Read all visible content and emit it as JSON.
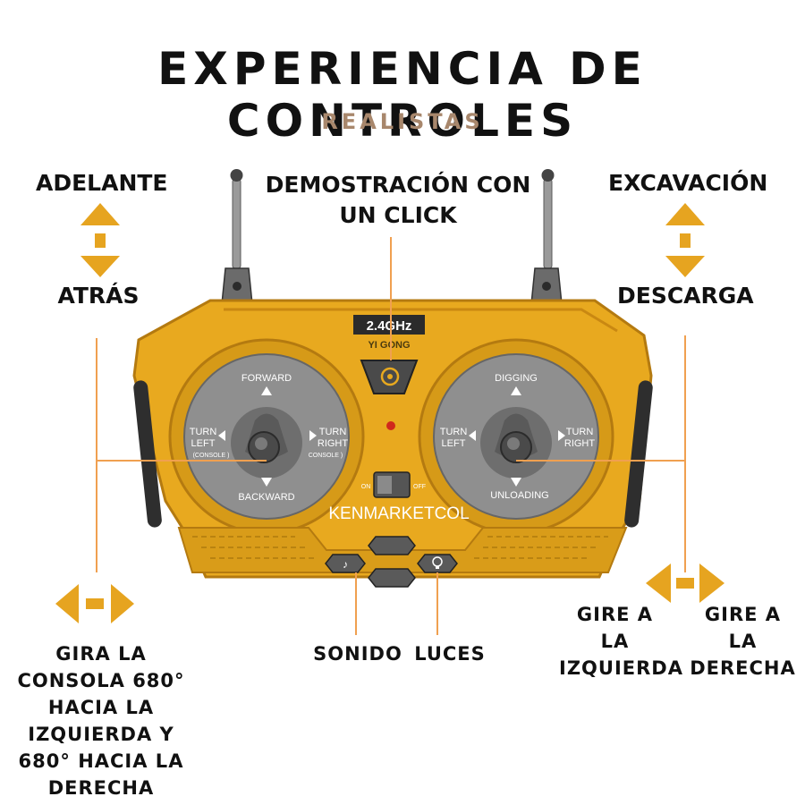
{
  "header": {
    "title": "EXPERIENCIA DE CONTROLES",
    "subtitle": "REALISTAS"
  },
  "labels": {
    "forward": "ADELANTE",
    "backward": "ATRÁS",
    "demo": "DEMOSTRACIÓN CON UN CLICK",
    "dig": "EXCAVACIÓN",
    "unload": "DESCARGA",
    "rotate": "GIRA LA CONSOLA 680° HACIA LA IZQUIERDA Y 680° HACIA LA DERECHA",
    "sound": "SONIDO",
    "lights": "LUCES",
    "turn_left": "GIRE A LA IZQUIERDA",
    "turn_right": "GIRE A LA DERECHA"
  },
  "controller": {
    "frequency": "2.4GHz",
    "brand": "YI GONG",
    "watermark": "KENMARKETCOL",
    "switch_on": "ON",
    "switch_off": "OFF",
    "left_stick": {
      "up": "FORWARD",
      "down": "BACKWARD",
      "left_1": "TURN",
      "left_2": "LEFT",
      "left_3": "(CONSOLE )",
      "right_1": "TURN",
      "right_2": "RIGHT",
      "right_3": "CONSOLE )"
    },
    "right_stick": {
      "up": "DIGGING",
      "down": "UNLOADING",
      "left_1": "TURN",
      "left_2": "LEFT",
      "right_1": "TURN",
      "right_2": "RIGHT"
    }
  },
  "colors": {
    "body_yellow": "#e8a91f",
    "body_dark": "#c98812",
    "dial_gray": "#8f8f8f",
    "arrow_gold": "#e6a420",
    "pointer_orange": "#f0a050"
  }
}
